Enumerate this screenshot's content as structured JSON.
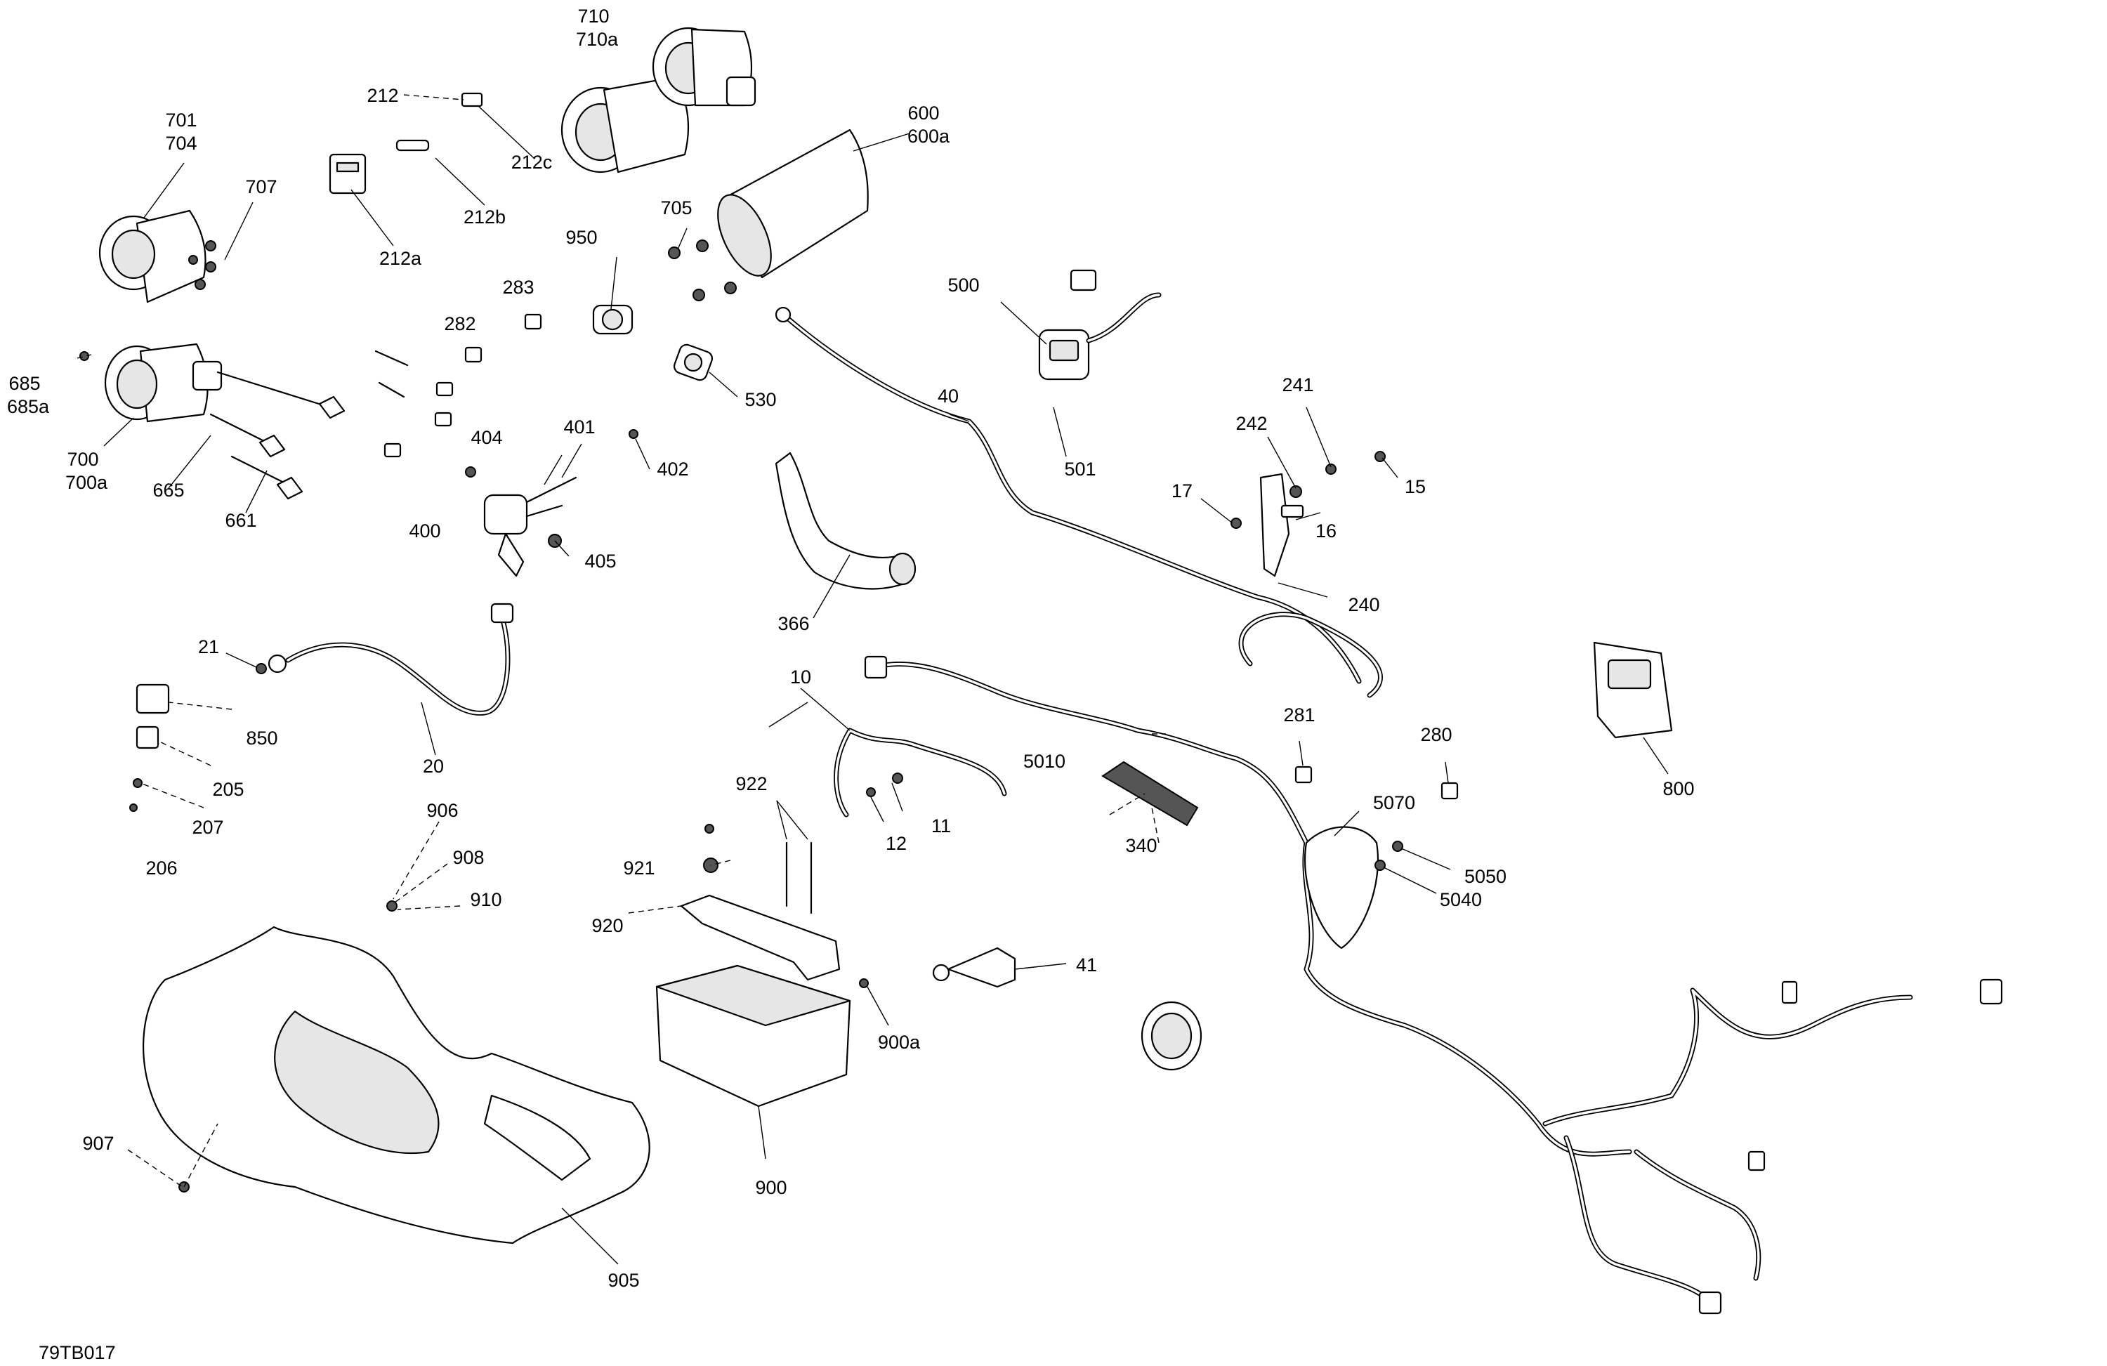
{
  "diagram": {
    "reference_code": "79TB017",
    "callouts": {
      "c701": "701",
      "c704": "704",
      "c707": "707",
      "c685": "685",
      "c685a": "685a",
      "c700": "700",
      "c700a": "700a",
      "c665": "665",
      "c661": "661",
      "c212": "212",
      "c212a": "212a",
      "c212b": "212b",
      "c212c": "212c",
      "c710": "710",
      "c710a": "710a",
      "c600": "600",
      "c600a": "600a",
      "c705": "705",
      "c950": "950",
      "c283": "283",
      "c282": "282",
      "c530": "530",
      "c404": "404",
      "c401": "401",
      "c402": "402",
      "c400": "400",
      "c405": "405",
      "c500": "500",
      "c501": "501",
      "c40": "40",
      "c366": "366",
      "c241": "241",
      "c242": "242",
      "c17": "17",
      "c16": "16",
      "c15": "15",
      "c240": "240",
      "c21": "21",
      "c20": "20",
      "c850": "850",
      "c205": "205",
      "c207": "207",
      "c206": "206",
      "c10": "10",
      "c5010": "5010",
      "c12": "12",
      "c11": "11",
      "c340": "340",
      "c281": "281",
      "c280": "280",
      "c800": "800",
      "c5070": "5070",
      "c5050": "5050",
      "c5040": "5040",
      "c922": "922",
      "c921": "921",
      "c920": "920",
      "c906": "906",
      "c908": "908",
      "c910": "910",
      "c41": "41",
      "c900a": "900a",
      "c900": "900",
      "c907": "907",
      "c905": "905"
    }
  }
}
